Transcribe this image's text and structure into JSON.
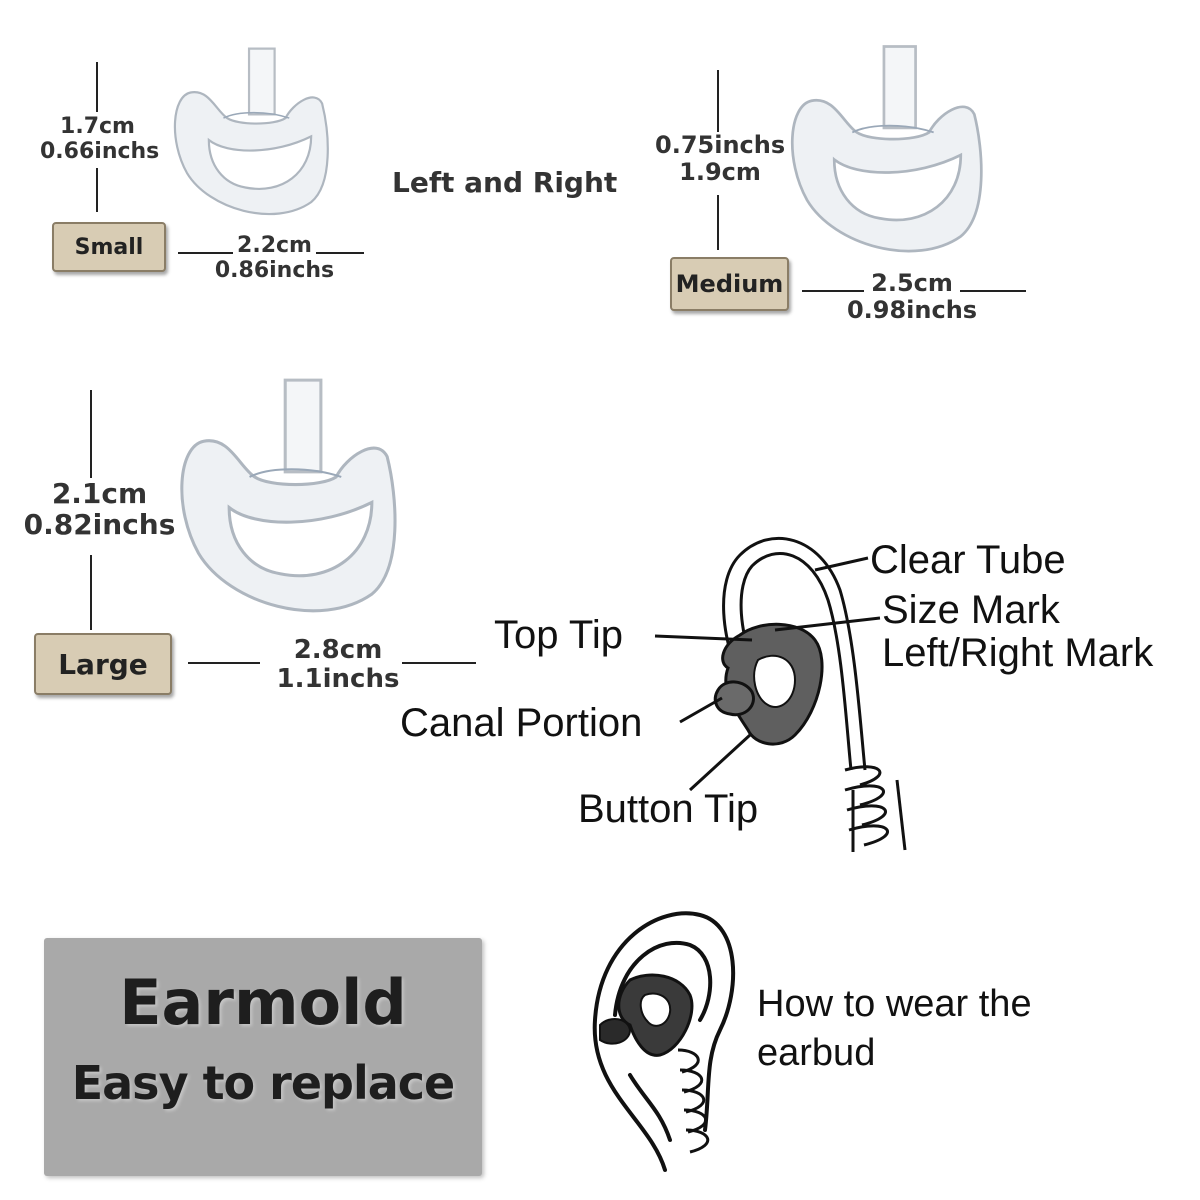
{
  "header": {
    "title": "Left and Right"
  },
  "sizes": {
    "small": {
      "label": "Small",
      "height_cm": "1.7cm",
      "height_in": "0.66inchs",
      "width_cm": "2.2cm",
      "width_in": "0.86inchs"
    },
    "medium": {
      "label": "Medium",
      "height_in": "0.75inchs",
      "height_cm": "1.9cm",
      "width_cm": "2.5cm",
      "width_in": "0.98inchs"
    },
    "large": {
      "label": "Large",
      "height_cm": "2.1cm",
      "height_in": "0.82inchs",
      "width_cm": "2.8cm",
      "width_in": "1.1inchs"
    }
  },
  "diagram": {
    "clear_tube": "Clear Tube",
    "size_mark": "Size Mark",
    "left_right_mark": "Left/Right Mark",
    "top_tip": "Top Tip",
    "canal_portion": "Canal Portion",
    "button_tip": "Button Tip"
  },
  "banner": {
    "line1": "Earmold",
    "line2": "Easy to replace"
  },
  "wear_caption": {
    "line1": "How to wear the",
    "line2": "earbud"
  },
  "colors": {
    "tag_bg": "#d8ccb4",
    "banner_bg": "#a9a9a9",
    "earmold_dark": "#5a5a5a"
  }
}
